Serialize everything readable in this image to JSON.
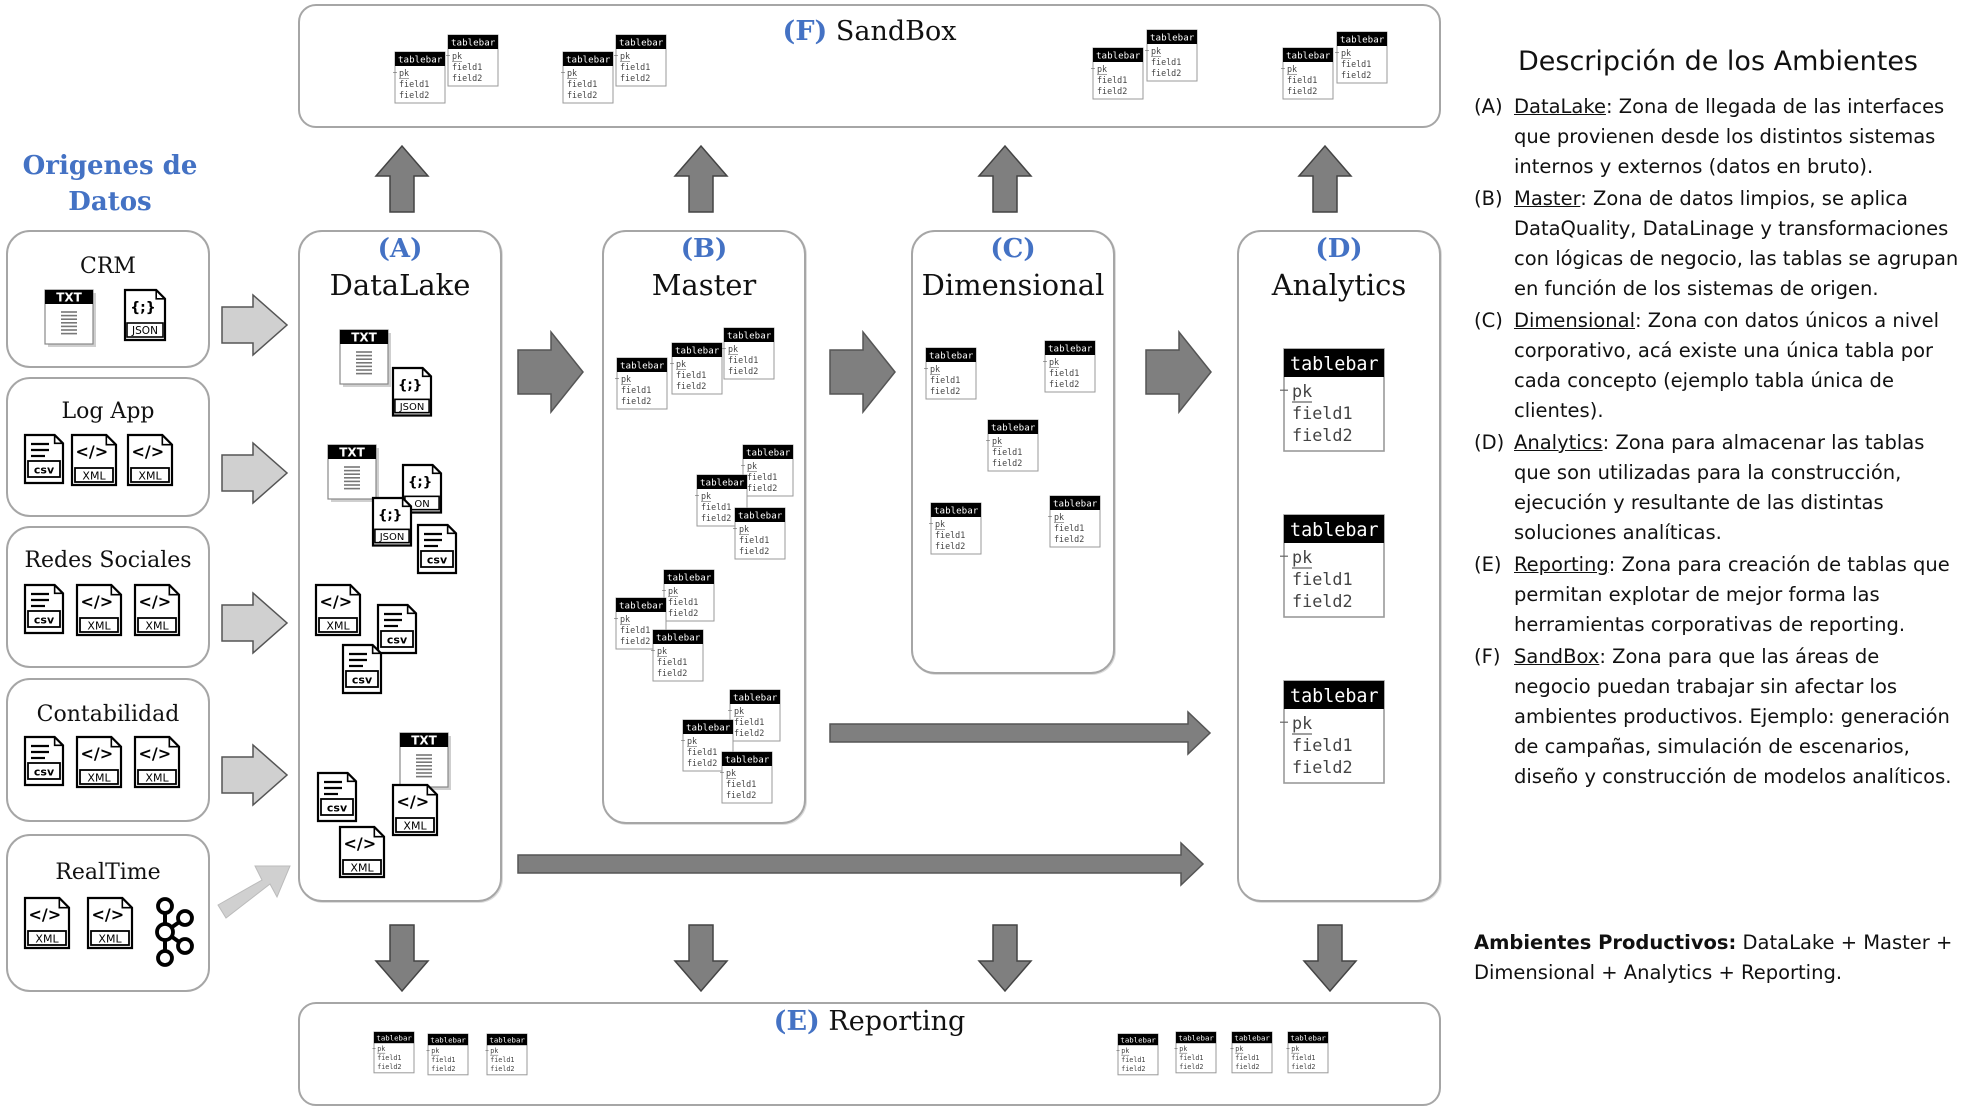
{
  "origins": {
    "title_line1": "Origenes de",
    "title_line2": "Datos",
    "sources": [
      {
        "name": "CRM",
        "icons": [
          "TXT",
          "JSON"
        ]
      },
      {
        "name": "Log App",
        "icons": [
          "CSV",
          "XML",
          "XML"
        ]
      },
      {
        "name": "Redes Sociales",
        "icons": [
          "CSV",
          "XML",
          "XML"
        ]
      },
      {
        "name": "Contabilidad",
        "icons": [
          "CSV",
          "XML",
          "XML"
        ]
      },
      {
        "name": "RealTime",
        "icons": [
          "XML",
          "XML",
          "kafka-icon"
        ]
      }
    ]
  },
  "zones": [
    {
      "letter": "(A)",
      "name": "DataLake"
    },
    {
      "letter": "(B)",
      "name": "Master"
    },
    {
      "letter": "(C)",
      "name": "Dimensional"
    },
    {
      "letter": "(D)",
      "name": "Analytics"
    }
  ],
  "sandbox": {
    "letter": "(F)",
    "name": "SandBox"
  },
  "reporting": {
    "letter": "(E)",
    "name": "Reporting"
  },
  "table_icon": {
    "title": "tablebar",
    "fields": [
      "pk",
      "field1",
      "field2"
    ]
  },
  "file_labels": {
    "txt": "TXT",
    "json": "JSON",
    "csv": "CSV",
    "xml": "XML",
    "json_partial": "ON",
    "json_symbol": "{;}",
    "xml_symbol": "</>"
  },
  "description": {
    "title": "Descripción de los Ambientes",
    "items": [
      {
        "letter": "(A)",
        "name": "DataLake",
        "text": ": Zona de llegada de las interfaces que provienen desde los distintos sistemas internos y externos (datos en bruto)."
      },
      {
        "letter": "(B)",
        "name": "Master",
        "text": ": Zona de datos limpios, se aplica DataQuality, DataLinage y transformaciones con lógicas de negocio, las tablas se agrupan en función de los sistemas de origen."
      },
      {
        "letter": "(C)",
        "name": "Dimensional",
        "text": ": Zona con datos únicos a nivel corporativo, acá existe una única tabla por cada concepto (ejemplo tabla única de clientes)."
      },
      {
        "letter": "(D)",
        "name": "Analytics",
        "text": ": Zona para almacenar las tablas que son utilizadas para la construcción, ejecución y resultante de las distintas soluciones analíticas."
      },
      {
        "letter": "(E)",
        "name": "Reporting",
        "text": ": Zona para creación de tablas que permitan explotar de mejor forma las herramientas corporativas de reporting."
      },
      {
        "letter": "(F)",
        "name": "SandBox",
        "text": ": Zona para que las áreas de negocio puedan trabajar sin afectar los ambientes productivos. Ejemplo: generación de campañas, simulación de escenarios, diseño y construcción de modelos analíticos."
      }
    ],
    "footer_bold": "Ambientes Productivos:",
    "footer_text": " DataLake + Master + Dimensional + Analytics + Reporting."
  }
}
